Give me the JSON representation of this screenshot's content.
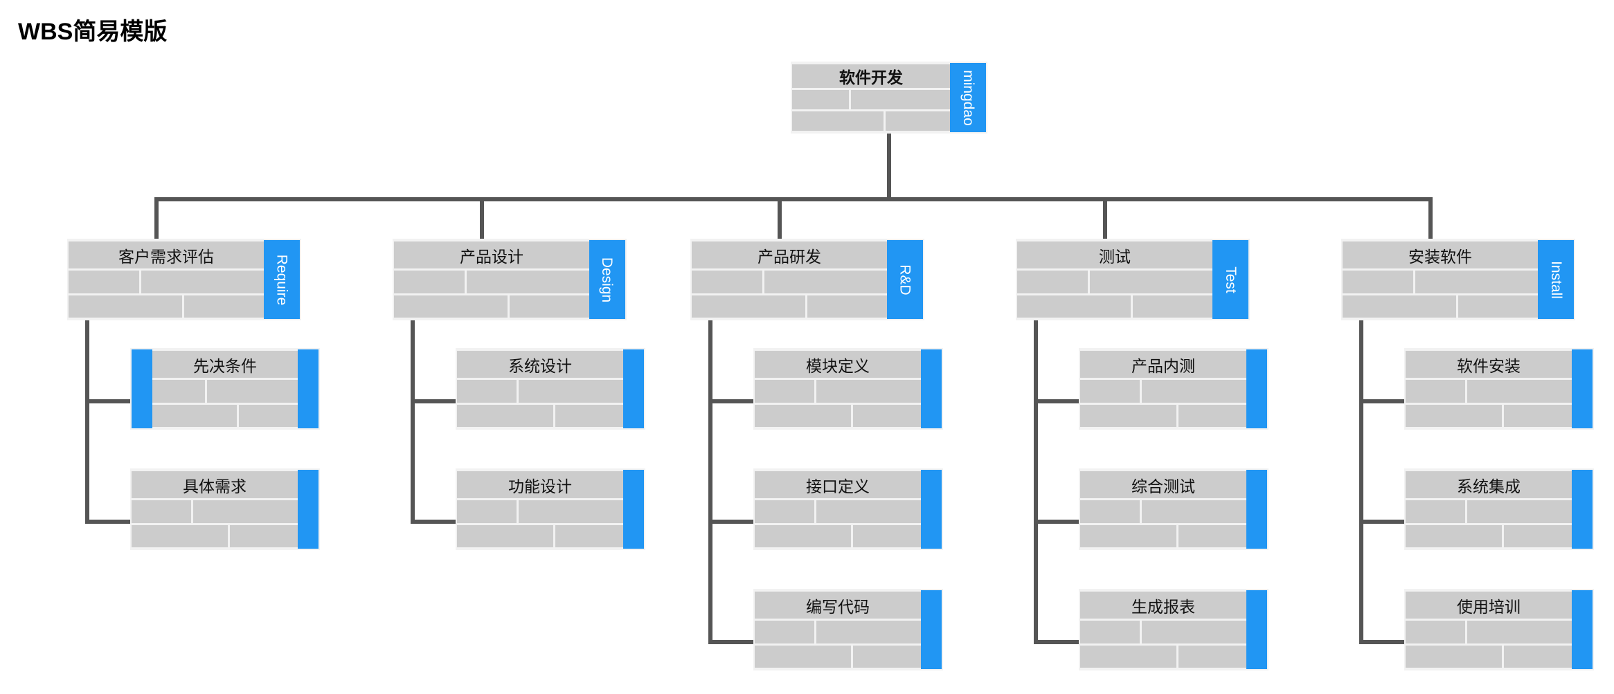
{
  "page": {
    "title": "WBS简易模版",
    "background": "#ffffff",
    "accent_blue": "#2196f3",
    "node_gray": "#cccccc",
    "connector_gray": "#555555"
  },
  "diagram": {
    "type": "wbs-tree",
    "root": {
      "id": "root",
      "label": "软件开发",
      "tab": "mingdao",
      "level": 1,
      "tab_side": "right"
    },
    "level2": [
      {
        "id": "l2-1",
        "label": "客户需求评估",
        "tab": "Require",
        "level": 2,
        "tab_side": "right"
      },
      {
        "id": "l2-2",
        "label": "产品设计",
        "tab": "Design",
        "level": 2,
        "tab_side": "right"
      },
      {
        "id": "l2-3",
        "label": "产品研发",
        "tab": "R&D",
        "level": 2,
        "tab_side": "right"
      },
      {
        "id": "l2-4",
        "label": "测试",
        "tab": "Test",
        "level": 2,
        "tab_side": "right"
      },
      {
        "id": "l2-5",
        "label": "安装软件",
        "tab": "Install",
        "level": 2,
        "tab_side": "right"
      }
    ],
    "level3": [
      {
        "id": "l3-1-1",
        "parent": "l2-1",
        "label": "先决条件",
        "tab": "",
        "level": 3,
        "tab_side": "both"
      },
      {
        "id": "l3-1-2",
        "parent": "l2-1",
        "label": "具体需求",
        "tab": "",
        "level": 3,
        "tab_side": "right"
      },
      {
        "id": "l3-2-1",
        "parent": "l2-2",
        "label": "系统设计",
        "tab": "",
        "level": 3,
        "tab_side": "right"
      },
      {
        "id": "l3-2-2",
        "parent": "l2-2",
        "label": "功能设计",
        "tab": "",
        "level": 3,
        "tab_side": "right"
      },
      {
        "id": "l3-3-1",
        "parent": "l2-3",
        "label": "模块定义",
        "tab": "",
        "level": 3,
        "tab_side": "right"
      },
      {
        "id": "l3-3-2",
        "parent": "l2-3",
        "label": "接口定义",
        "tab": "",
        "level": 3,
        "tab_side": "right"
      },
      {
        "id": "l3-3-3",
        "parent": "l2-3",
        "label": "编写代码",
        "tab": "",
        "level": 3,
        "tab_side": "right"
      },
      {
        "id": "l3-4-1",
        "parent": "l2-4",
        "label": "产品内测",
        "tab": "",
        "level": 3,
        "tab_side": "right"
      },
      {
        "id": "l3-4-2",
        "parent": "l2-4",
        "label": "综合测试",
        "tab": "",
        "level": 3,
        "tab_side": "right"
      },
      {
        "id": "l3-4-3",
        "parent": "l2-4",
        "label": "生成报表",
        "tab": "",
        "level": 3,
        "tab_side": "right"
      },
      {
        "id": "l3-5-1",
        "parent": "l2-5",
        "label": "软件安装",
        "tab": "",
        "level": 3,
        "tab_side": "right"
      },
      {
        "id": "l3-5-2",
        "parent": "l2-5",
        "label": "系统集成",
        "tab": "",
        "level": 3,
        "tab_side": "right"
      },
      {
        "id": "l3-5-3",
        "parent": "l2-5",
        "label": "使用培训",
        "tab": "",
        "level": 3,
        "tab_side": "right"
      }
    ]
  }
}
